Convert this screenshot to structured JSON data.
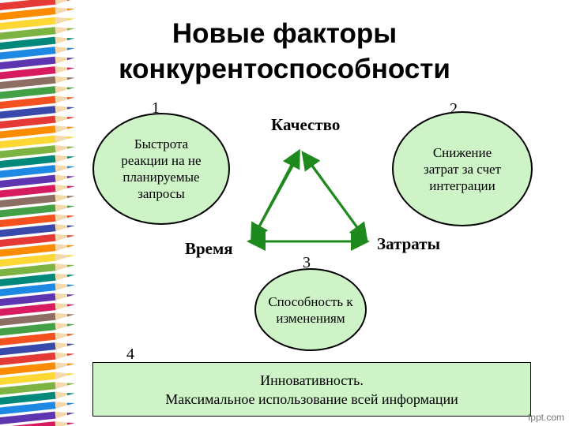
{
  "title": {
    "line1": "Новые факторы",
    "line2": "конкурентоспособности"
  },
  "factors": [
    {
      "number": "1",
      "text": "Быстрота\nреакции на не\nпланируемые\nзапросы"
    },
    {
      "number": "2",
      "text": "Снижение\nзатрат за счет\nинтеграции"
    },
    {
      "number": "3",
      "text": "Способность к\nизменениям"
    },
    {
      "number": "4",
      "line1": "Инновативность.",
      "line2": "Максимальное использование всей информации"
    }
  ],
  "triangle": {
    "top": "Качество",
    "left": "Время",
    "right": "Затраты"
  },
  "watermark": "fppt.com",
  "colors": {
    "ellipse_fill": "#cdf3c7",
    "arrow": "#1e8a1e"
  },
  "pencil_colors": [
    "#e53935",
    "#fb8c00",
    "#fdd835",
    "#7cb342",
    "#00897b",
    "#1e88e5",
    "#5e35b1",
    "#d81b60",
    "#8d6e63",
    "#43a047",
    "#f4511e",
    "#3949ab"
  ]
}
